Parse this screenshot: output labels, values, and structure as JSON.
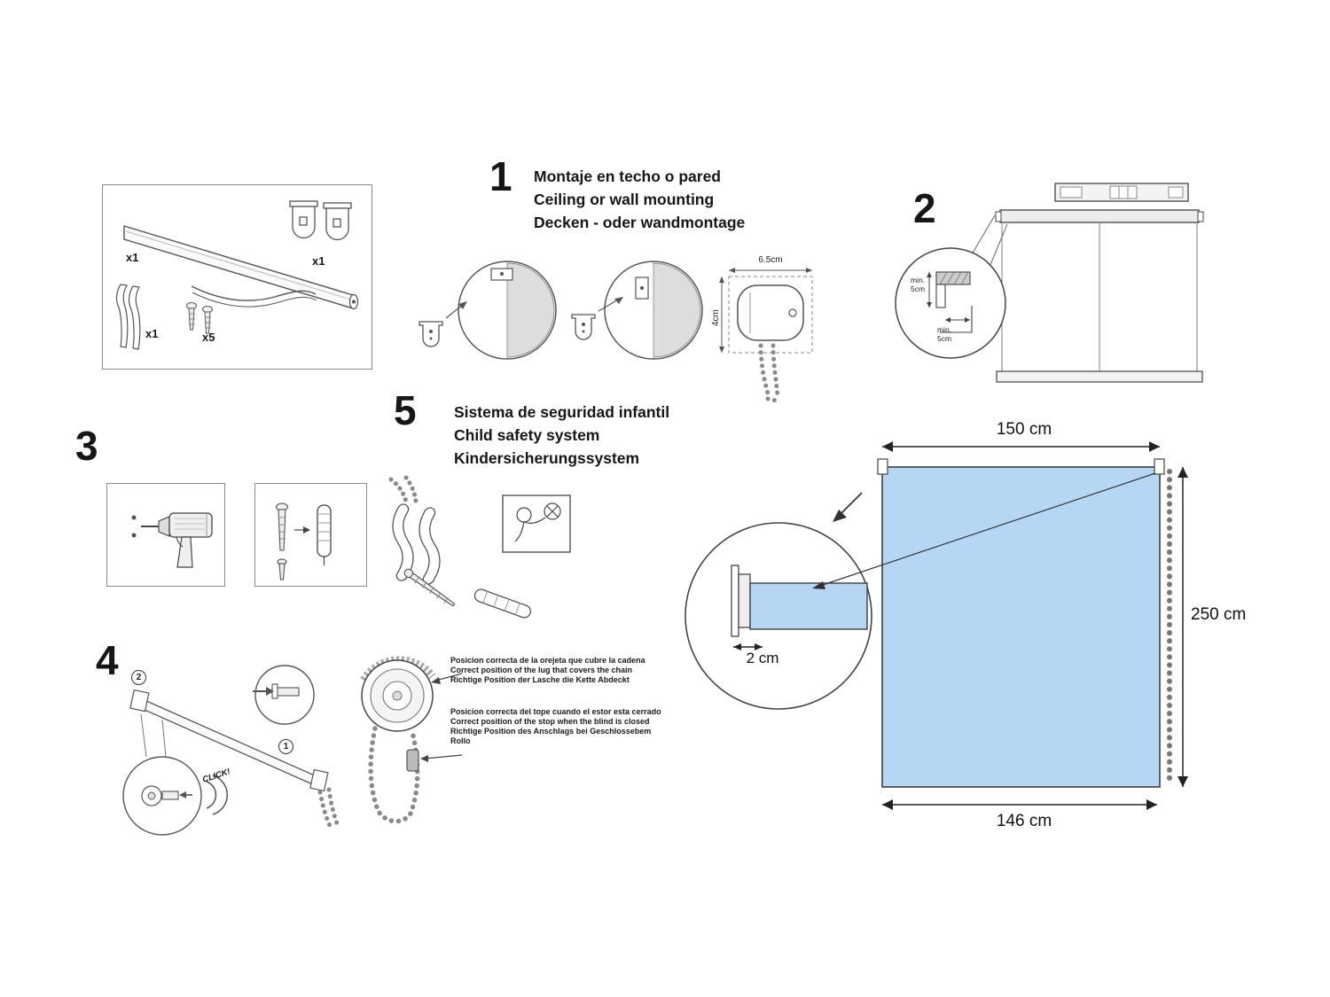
{
  "colors": {
    "blind_fill": "#b5d7f4",
    "line": "#444444"
  },
  "parts_box": {
    "roller_qty": "x1",
    "bracket_qty": "x1",
    "clip_qty": "x1",
    "screws_qty": "x5"
  },
  "step1": {
    "number": "1",
    "title_es": "Montaje en techo o pared",
    "title_en": "Ceiling or wall mounting",
    "title_de": "Decken - oder wandmontage",
    "lug_width": "6.5cm",
    "lug_height": "4cm"
  },
  "step2": {
    "number": "2",
    "min_top": "min.\n5cm",
    "min_side": "min.\n5cm"
  },
  "step3": {
    "number": "3"
  },
  "step4": {
    "number": "4",
    "click": "CLICK!",
    "marker1": "1",
    "marker2": "2"
  },
  "step5": {
    "number": "5",
    "title_es": "Sistema de seguridad infantil",
    "title_en": "Child safety system",
    "title_de": "Kindersicherungssystem"
  },
  "chain_notes": {
    "lug_es": "Posicion correcta de la orejeta que cubre la cadena",
    "lug_en": "Correct position of the lug that covers the chain",
    "lug_de": "Richtige Position der Lasche die Kette Abdeckt",
    "stop_es": "Posicion correcta del tope cuando el estor esta cerrado",
    "stop_en": "Correct position of the stop when the blind is closed",
    "stop_de": "Richtige Position des Anschlags bei Geschlossebem Rollo"
  },
  "dimensions": {
    "width_top": "150 cm",
    "height_right": "250 cm",
    "width_bottom": "146 cm",
    "bracket_depth": "2 cm"
  }
}
